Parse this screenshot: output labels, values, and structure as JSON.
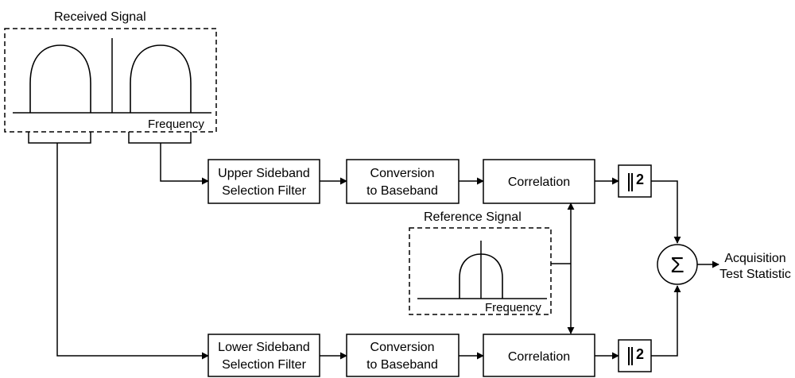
{
  "received_signal": {
    "title": "Received Signal",
    "axis_label": "Frequency"
  },
  "reference_signal": {
    "title": "Reference Signal",
    "axis_label": "Frequency"
  },
  "upper_path": {
    "filter": [
      "Upper Sideband",
      "Selection Filter"
    ],
    "conversion": [
      "Conversion",
      "to Baseband"
    ],
    "correlation": "Correlation",
    "magnitude": "|·|",
    "magnitude_exp": "2"
  },
  "lower_path": {
    "filter": [
      "Lower Sideband",
      "Selection Filter"
    ],
    "conversion": [
      "Conversion",
      "to Baseband"
    ],
    "correlation": "Correlation",
    "magnitude": "|·|",
    "magnitude_exp": "2"
  },
  "summer": {
    "symbol": "Σ"
  },
  "output": [
    "Acquisition",
    "Test Statistic"
  ]
}
